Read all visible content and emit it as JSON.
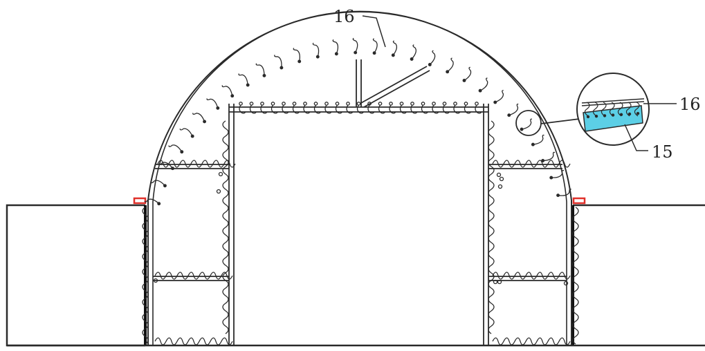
{
  "labels": {
    "top_label": "16",
    "detail_upper_label": "16",
    "detail_lower_label": "15"
  },
  "colors": {
    "line": "#2a2a2a",
    "accent_red": "#e0302a",
    "detail_fill": "#5ccfe6",
    "background": "#ffffff"
  }
}
